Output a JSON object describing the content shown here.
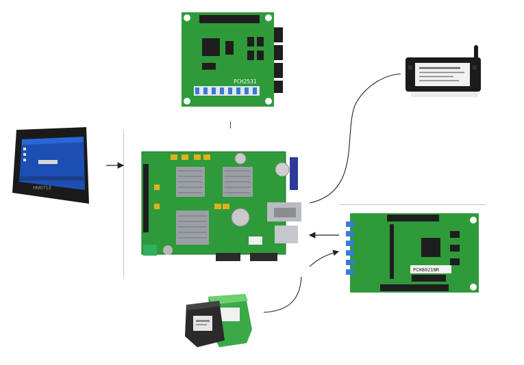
{
  "diagram": {
    "nodes": {
      "hmi_panel": {
        "label": "HM0713"
      },
      "pci_card_top": {
        "label": "PCH2531"
      },
      "wireless_module": {
        "label": ""
      },
      "main_board": {
        "label": ""
      },
      "daq_card_right": {
        "label": "PCH8021NR"
      },
      "signal_modules": {
        "label": ""
      }
    },
    "edges": [
      {
        "from": "hmi_panel",
        "to": "main_board",
        "style": "arrow"
      },
      {
        "from": "main_board",
        "to": "wireless_module",
        "style": "curve"
      },
      {
        "from": "daq_card_right",
        "to": "main_board",
        "style": "arrow"
      },
      {
        "from": "signal_modules",
        "to": "daq_card_right",
        "style": "curve-arrow"
      }
    ],
    "colors": {
      "pcb_green": "#2f9a3a",
      "pcb_dark": "#1f6f28",
      "chip": "#1e1e1e",
      "heatsink": "#9aa0a6",
      "screen_blue": "#1d4fb3",
      "line": "#222222",
      "divider": "#c8c8c8"
    }
  }
}
